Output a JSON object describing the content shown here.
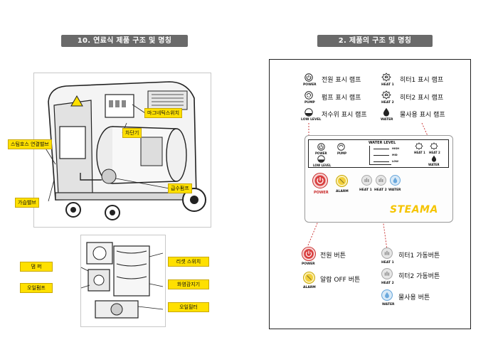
{
  "left": {
    "title": "10. 연료식 제품 구조 및 명칭",
    "callouts": {
      "magnetic_switch": "마그네틱스위치",
      "breaker": "차단기",
      "steam_hose_valve": "스팀호스 연결밸브",
      "supply_pump": "급수펌프",
      "drain_valve": "가습밸브",
      "damper": "댐  퍼",
      "reset_switch": "리셋 스위치",
      "oil_pump": "오일펌프",
      "flame_detector": "화염감지기",
      "oil_filter": "오일필터"
    }
  },
  "right": {
    "title": "2. 제품의 구조 및 명칭",
    "lamps": {
      "power_lamp": "전원 표시 램프",
      "pump_lamp": "펌프 표시 램프",
      "low_water_lamp": "저수위 표시 램프",
      "heater1_lamp": "히터1 표시 램프",
      "heater2_lamp": "히터2 표시 램프",
      "water_use_lamp": "물사용 표시 램프"
    },
    "icon_tags": {
      "power": "POWER",
      "pump": "PUMP",
      "low_level": "LOW LEVEL",
      "heat1": "HEAT 1",
      "heat2": "HEAT 2",
      "water": "WATER",
      "alarm": "ALARM"
    },
    "panel": {
      "water_level": "WATER LEVEL",
      "high": "HIGH",
      "mid": "MID",
      "low": "LOW",
      "brand": "STEAMA"
    },
    "buttons": {
      "power_btn": "전원 버튼",
      "alarm_btn": "알람 OFF 버튼",
      "heater1_btn": "히터1 가동버튼",
      "heater2_btn": "히터2 가동버튼",
      "water_btn": "물사용 버튼"
    }
  },
  "colors": {
    "callout": "#ffe000",
    "title_badge": "#6a6a6a",
    "power_red": "#d94040",
    "alarm_yellow": "#f2cf3a",
    "brand_yellow": "#f5c400",
    "water_blue": "#6aa8dc",
    "heat_gray": "#bdbdbd"
  }
}
